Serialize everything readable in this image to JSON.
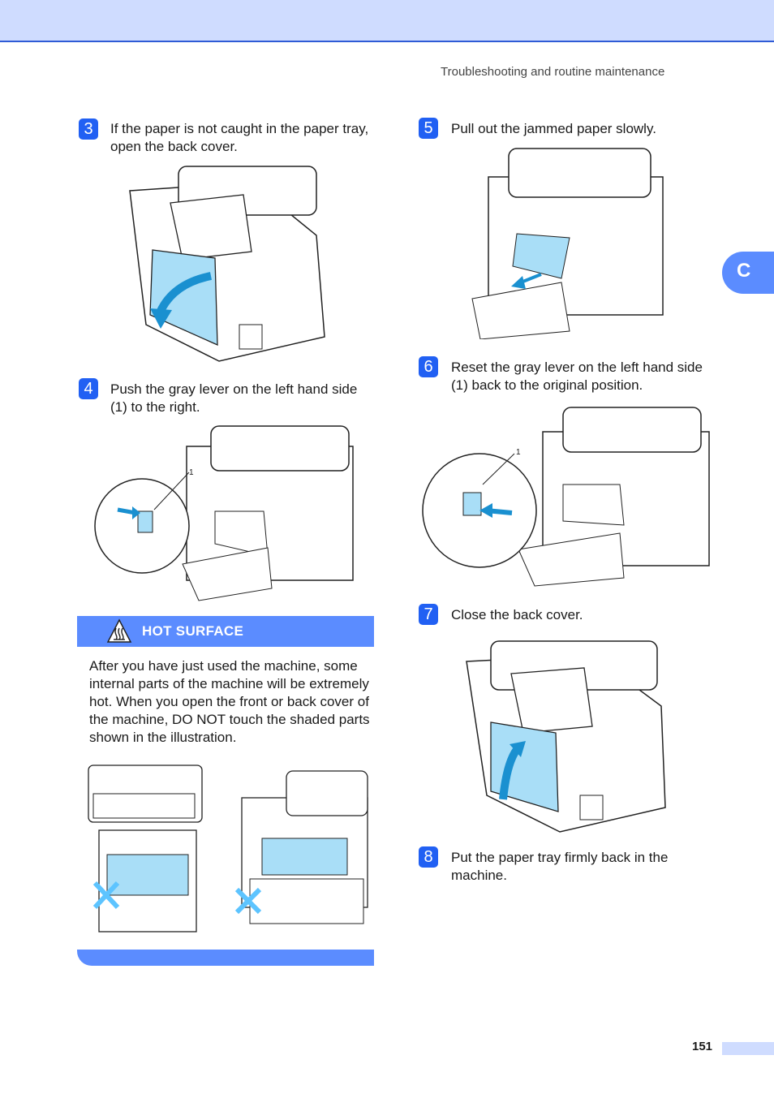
{
  "header": {
    "running_title": "Troubleshooting and routine maintenance"
  },
  "chapter_tab": {
    "label": "C"
  },
  "steps": [
    {
      "number": "3",
      "text": "If the paper is not caught in the paper tray, open the back cover."
    },
    {
      "number": "4",
      "text": "Push the gray lever on the left hand side (1) to the right."
    },
    {
      "number": "5",
      "text": "Pull out the jammed paper slowly."
    },
    {
      "number": "6",
      "text": "Reset the gray lever on the left hand side (1) back to the original position."
    },
    {
      "number": "7",
      "text": "Close the back cover."
    },
    {
      "number": "8",
      "text": "Put the paper tray firmly back in the machine."
    }
  ],
  "callouts": {
    "lever_label": "1"
  },
  "warning": {
    "title": "HOT SURFACE",
    "body": "After you have just used the machine, some internal parts of the machine will be extremely hot. When you open the front or back cover of the machine, DO NOT touch the shaded parts shown in the illustration."
  },
  "colors": {
    "accent": "#2160f3",
    "band": "#cfdcff",
    "highlight": "#a9def7",
    "warning_bar": "#5b8cff"
  },
  "footer": {
    "page_number": "151"
  }
}
